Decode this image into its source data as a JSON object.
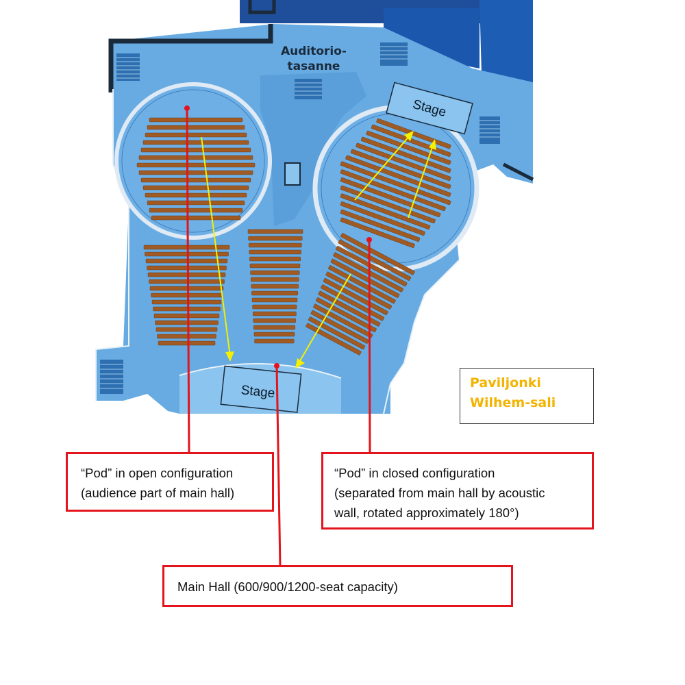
{
  "plan": {
    "area_label_line1": "Auditorio-",
    "area_label_line2": "tasanne",
    "stage_main": "Stage",
    "stage_pod": "Stage"
  },
  "venue": {
    "line1": "Paviljonki",
    "line2": "Wilhem-sali",
    "color": "#f2b400"
  },
  "callouts": {
    "pod_open": {
      "line1": "“Pod” in open configuration",
      "line2": "(audience part of main hall)"
    },
    "pod_closed": {
      "line1": "“Pod” in closed configuration",
      "line2": "(separated from main hall by acoustic",
      "line3": "wall, rotated approximately 180°)"
    },
    "main_hall": {
      "line1": "Main Hall (600/900/1200-seat capacity)"
    }
  },
  "colors": {
    "floor": "#67abe2",
    "floor_light": "#8ac4ef",
    "wall_dark": "#1b2a3a",
    "building_dark": "#1d5db3",
    "seat": "#a05a23",
    "arrow": "#f4f000",
    "callout_border": "#e3141b"
  }
}
